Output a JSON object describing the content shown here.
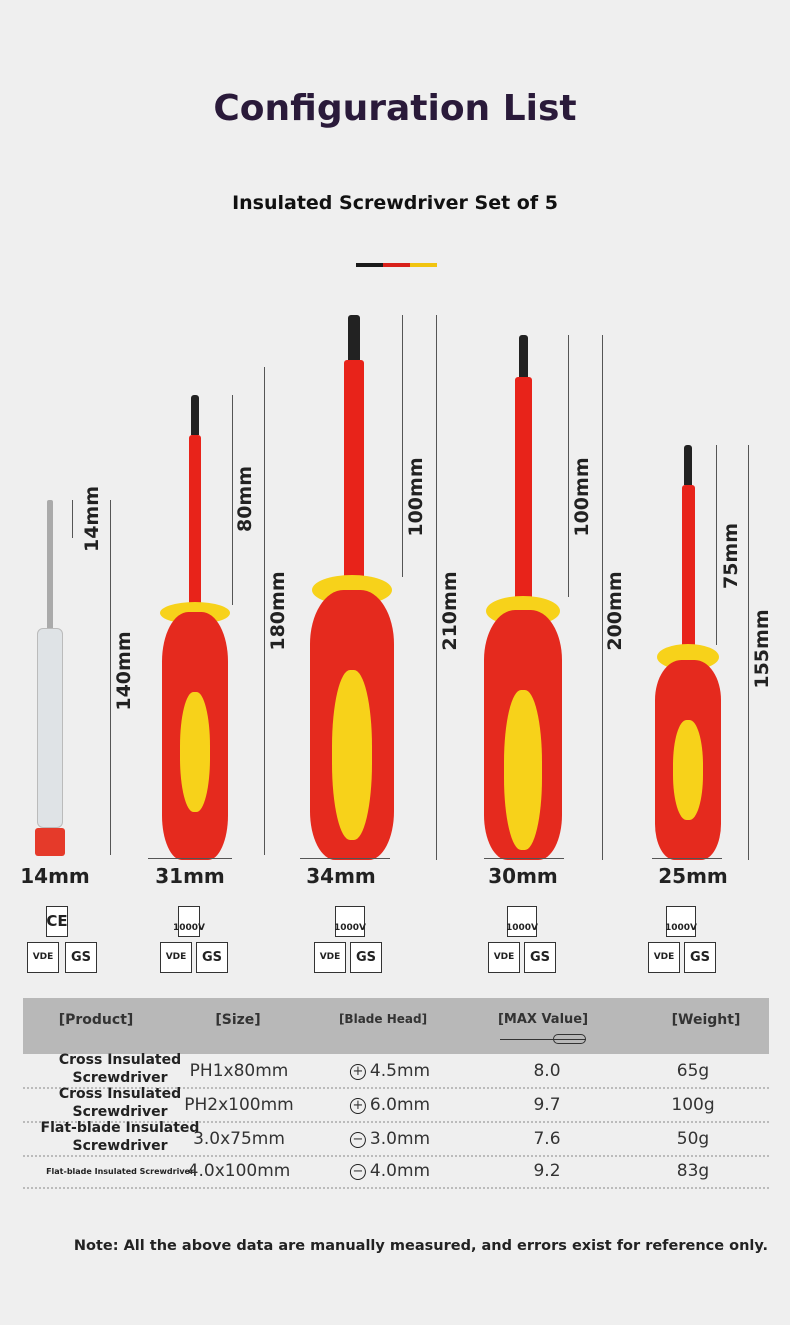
{
  "title": "Configuration List",
  "subtitle": "Insulated Screwdriver Set of 5",
  "accent_colors": [
    "#1a1a1a",
    "#d8201a",
    "#f1c40f"
  ],
  "dimensions": {
    "tester_tip": "14mm",
    "tester_length": "140mm",
    "tester_width": "14mm",
    "sd1_blade": "80mm",
    "sd1_length": "180mm",
    "sd1_width": "31mm",
    "sd2_blade": "100mm",
    "sd2_length": "210mm",
    "sd2_width": "34mm",
    "sd3_blade": "100mm",
    "sd3_length": "200mm",
    "sd3_width": "30mm",
    "sd4_blade": "75mm",
    "sd4_length": "155mm",
    "sd4_width": "25mm"
  },
  "certs": {
    "ce": "CE",
    "voltage": "1000V",
    "vde": "VDE",
    "gs": "GS"
  },
  "table": {
    "headers": [
      "[Product]",
      "[Size]",
      "[Blade Head]",
      "[MAX Value]",
      "[Weight]"
    ],
    "rows": [
      {
        "product": "Cross Insulated Screwdriver",
        "size": "PH1x80mm",
        "head_icon": "plus-circle-icon",
        "head": "4.5mm",
        "max": "8.0",
        "weight": "65g"
      },
      {
        "product": "Cross Insulated Screwdriver",
        "size": "PH2x100mm",
        "head_icon": "plus-circle-icon",
        "head": "6.0mm",
        "max": "9.7",
        "weight": "100g"
      },
      {
        "product": "Flat-blade Insulated Screwdriver",
        "size": "3.0x75mm",
        "head_icon": "minus-circle-icon",
        "head": "3.0mm",
        "max": "7.6",
        "weight": "50g"
      },
      {
        "product": "Flat-blade Insulated Screwdriver",
        "size": "4.0x100mm",
        "head_icon": "minus-circle-icon",
        "head": "4.0mm",
        "max": "9.2",
        "weight": "83g"
      }
    ]
  },
  "note": "Note: All the above data are manually measured, and errors exist for reference only."
}
